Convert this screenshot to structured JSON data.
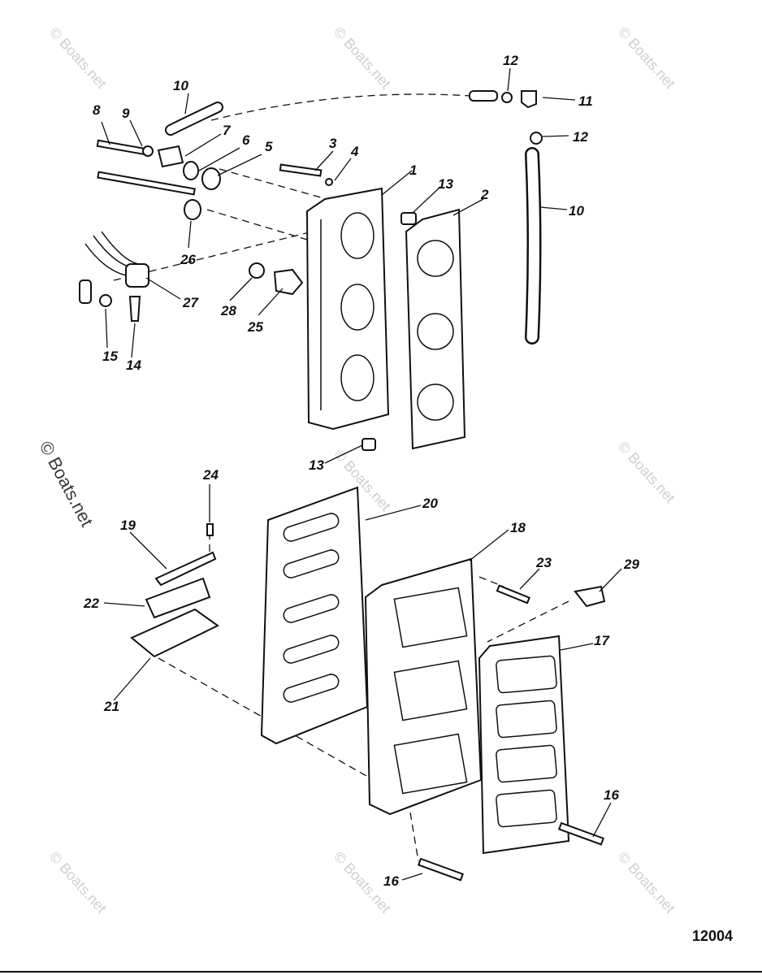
{
  "watermark": {
    "text": "© Boats.net",
    "prominent_text": "© Boats.net"
  },
  "figure_id": "12004",
  "callouts": [
    {
      "id": "c1",
      "label": "1"
    },
    {
      "id": "c2",
      "label": "2"
    },
    {
      "id": "c3",
      "label": "3"
    },
    {
      "id": "c4",
      "label": "4"
    },
    {
      "id": "c5",
      "label": "5"
    },
    {
      "id": "c6",
      "label": "6"
    },
    {
      "id": "c7",
      "label": "7"
    },
    {
      "id": "c8",
      "label": "8"
    },
    {
      "id": "c9",
      "label": "9"
    },
    {
      "id": "c10a",
      "label": "10"
    },
    {
      "id": "c10b",
      "label": "10"
    },
    {
      "id": "c11",
      "label": "11"
    },
    {
      "id": "c12a",
      "label": "12"
    },
    {
      "id": "c12b",
      "label": "12"
    },
    {
      "id": "c13a",
      "label": "13"
    },
    {
      "id": "c13b",
      "label": "13"
    },
    {
      "id": "c14",
      "label": "14"
    },
    {
      "id": "c15",
      "label": "15"
    },
    {
      "id": "c16a",
      "label": "16"
    },
    {
      "id": "c16b",
      "label": "16"
    },
    {
      "id": "c17",
      "label": "17"
    },
    {
      "id": "c18",
      "label": "18"
    },
    {
      "id": "c19",
      "label": "19"
    },
    {
      "id": "c20",
      "label": "20"
    },
    {
      "id": "c21",
      "label": "21"
    },
    {
      "id": "c22",
      "label": "22"
    },
    {
      "id": "c23",
      "label": "23"
    },
    {
      "id": "c24",
      "label": "24"
    },
    {
      "id": "c25",
      "label": "25"
    },
    {
      "id": "c26",
      "label": "26"
    },
    {
      "id": "c27",
      "label": "27"
    },
    {
      "id": "c28",
      "label": "28"
    },
    {
      "id": "c29",
      "label": "29"
    }
  ]
}
